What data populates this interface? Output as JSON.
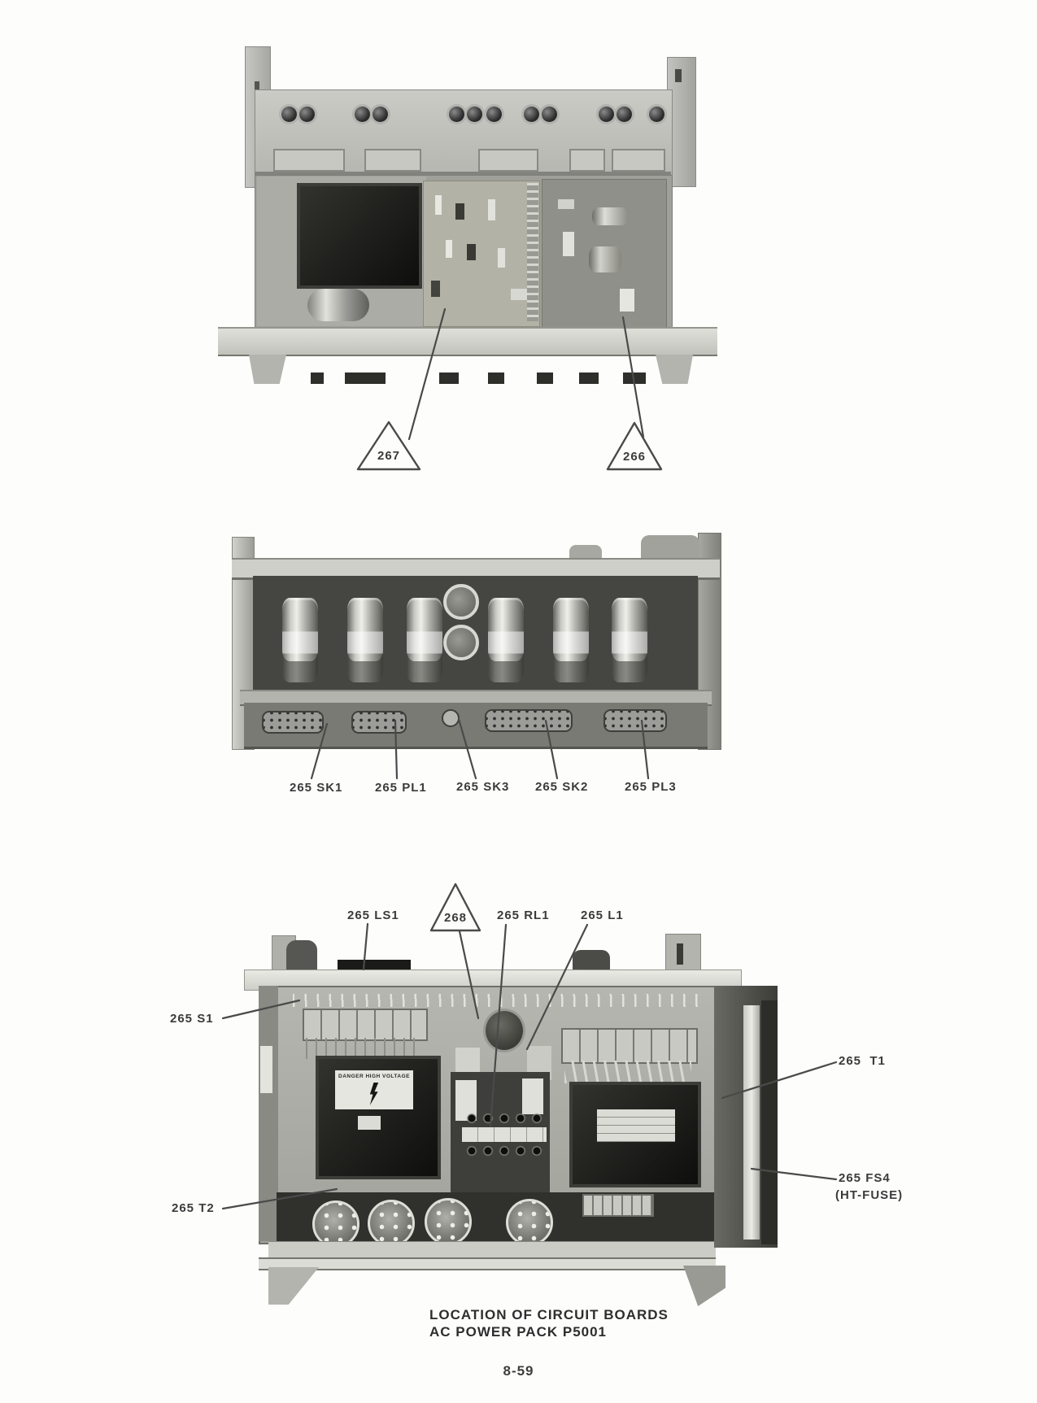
{
  "page": {
    "number": "8-59"
  },
  "caption": {
    "line1": "LOCATION OF CIRCUIT BOARDS",
    "line2": "AC POWER PACK P5001"
  },
  "figure1": {
    "callout_267": "267",
    "callout_266": "266"
  },
  "figure2": {
    "label_sk1": "265 SK1",
    "label_pl1": "265 PL1",
    "label_sk3": "265 SK3",
    "label_sk2": "265 SK2",
    "label_pl3": "265 PL3"
  },
  "figure3": {
    "label_ls1": "265 LS1",
    "callout_268": "268",
    "label_rl1": "265 RL1",
    "label_l1": "265 L1",
    "label_s1": "265 S1",
    "label_t1": "265  T1",
    "label_fs4_line1": "265 FS4",
    "label_fs4_line2": "(HT-FUSE)",
    "label_t2": "265 T2",
    "warning_label": "DANGER HIGH VOLTAGE"
  },
  "colors": {
    "ink": "#3b3b3b",
    "leader": "#4a4a4a"
  }
}
